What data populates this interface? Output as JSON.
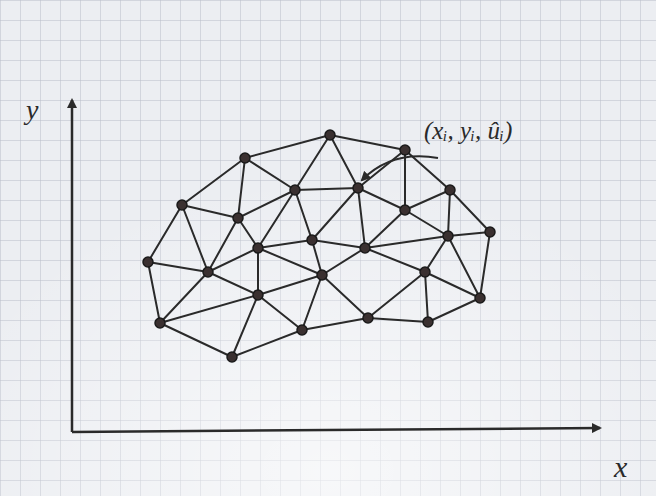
{
  "diagram": {
    "labels": [
      "y",
      "x",
      "(xᵢ, yᵢ, ûᵢ)"
    ]
  }
}
